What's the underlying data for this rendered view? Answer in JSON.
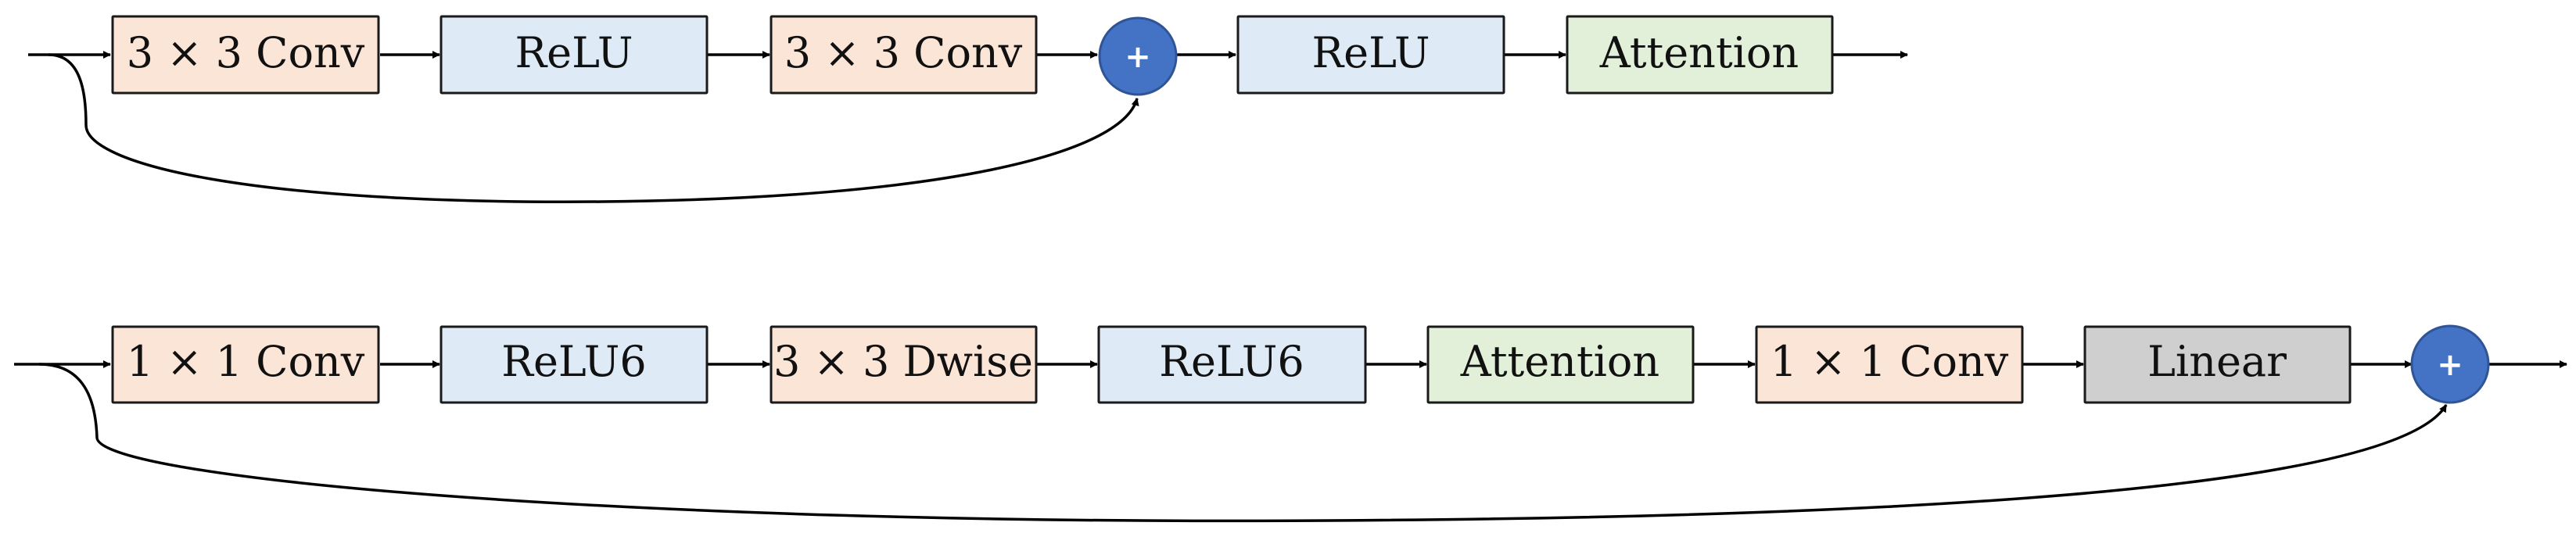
{
  "colors": {
    "conv": "#fbe5d6",
    "relu": "#deebf7",
    "attention": "#e2f0d9",
    "linear": "#cfcfcf",
    "add_node": "#4472c4"
  },
  "rows": [
    {
      "blocks": [
        {
          "label": "3 × 3 Conv",
          "kind": "conv"
        },
        {
          "label": "ReLU",
          "kind": "relu"
        },
        {
          "label": "3 × 3 Conv",
          "kind": "conv"
        },
        {
          "label": "ReLU",
          "kind": "relu"
        },
        {
          "label": "Attention",
          "kind": "attention"
        }
      ],
      "add_symbol": "+"
    },
    {
      "blocks": [
        {
          "label": "1 × 1 Conv",
          "kind": "conv"
        },
        {
          "label": "ReLU6",
          "kind": "relu"
        },
        {
          "label": "3 × 3 Dwise",
          "kind": "conv"
        },
        {
          "label": "ReLU6",
          "kind": "relu"
        },
        {
          "label": "Attention",
          "kind": "attention"
        },
        {
          "label": "1 × 1 Conv",
          "kind": "conv"
        },
        {
          "label": "Linear",
          "kind": "linear"
        }
      ],
      "add_symbol": "+"
    }
  ]
}
